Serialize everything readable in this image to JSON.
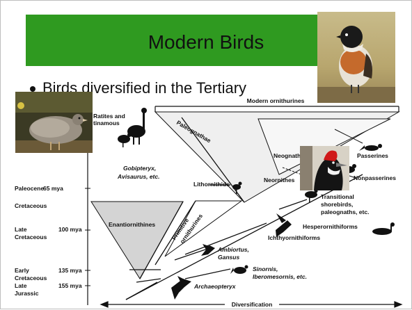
{
  "slide": {
    "title": "Modern Birds",
    "bullet": "Birds diversified in the Tertiary"
  },
  "diagram": {
    "top_bracket_label": "Modern ornithurines",
    "bottom_axis_label": "Diversification",
    "clades": {
      "ratites": [
        "Ratites and",
        "tinamous"
      ],
      "paleognathae": "Paleognathae",
      "neognathae": "Neognathae",
      "neornithes": "Neornithes",
      "passerines": "Passerines",
      "nonpasserines": "Nonpasserines",
      "transitional": [
        "Transitional",
        "shorebirds,",
        "paleognaths, etc."
      ],
      "hesperornithiforms": "Hesperornithiforms",
      "ichthyornithiforms": "Ichthyornithiforms",
      "lithornithids": "Lithornithids",
      "gobipteryx": [
        "Gobipteryx,",
        "Avisaurus, etc."
      ],
      "enantiornithines": "Enantiornithines",
      "primitive": [
        "Primitive",
        "ornithurines"
      ],
      "ambiortus": [
        "Ambiortus,",
        "Gansus"
      ],
      "sinornis": [
        "Sinornis,",
        "Iberomesornis, etc."
      ],
      "archaeopteryx": "Archaeopteryx"
    },
    "timescale": [
      {
        "period": [
          "Paleocene"
        ],
        "age": "65 mya"
      },
      {
        "period": [
          "Cretaceous"
        ],
        "age": ""
      },
      {
        "period": [
          "Late",
          "Cretaceous"
        ],
        "age": "100 mya"
      },
      {
        "period": [
          "Early",
          "Cretaceous"
        ],
        "age": "135 mya"
      },
      {
        "period": [
          "Late",
          "Jurassic"
        ],
        "age": "155 mya"
      }
    ]
  },
  "colors": {
    "title_bar": "#2f9a20",
    "enantiornithine_fill": "#d4d4d4",
    "neornithes_fill": "#efefef"
  }
}
